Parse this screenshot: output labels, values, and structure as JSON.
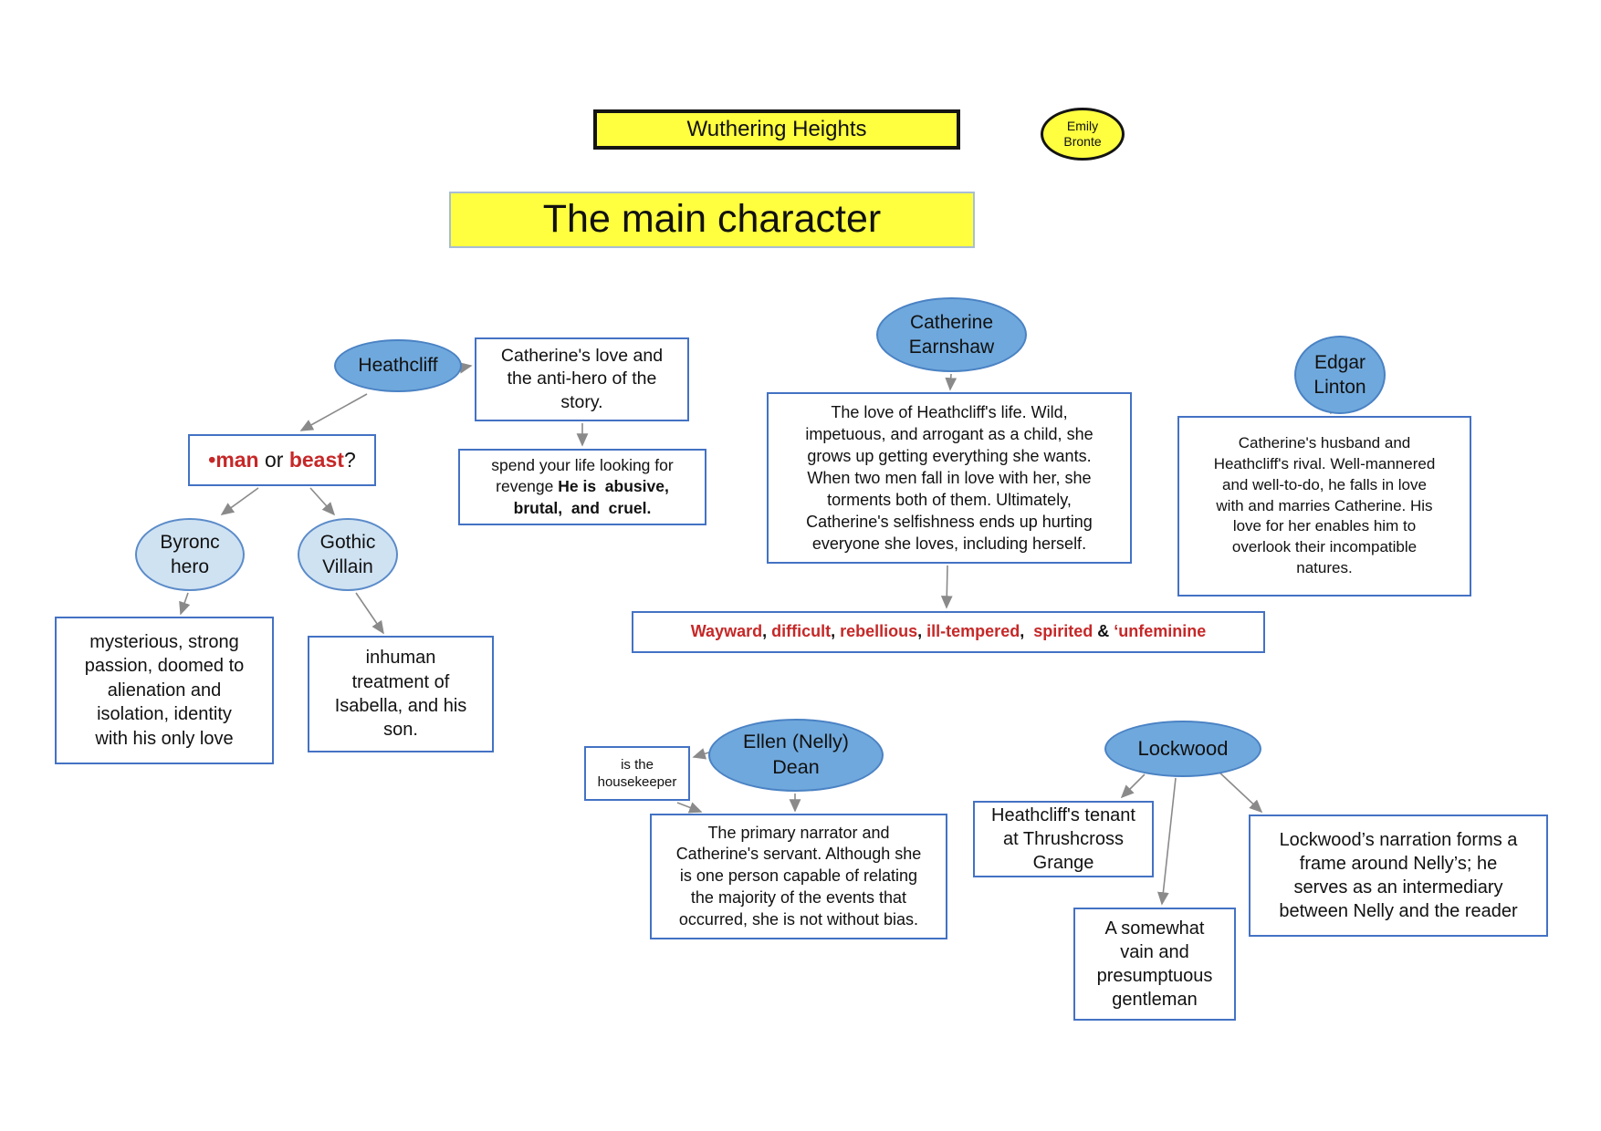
{
  "header": {
    "book_title": "Wuthering Heights",
    "author": "Emily\nBronte",
    "page_title": "The main character"
  },
  "colors": {
    "highlight_yellow": "#ffff40",
    "node_blue": "#6fa8dc",
    "node_light_blue": "#cfe2f2",
    "box_border_blue": "#4472c4",
    "emphasis_red": "#c62828",
    "arrow_gray": "#8a8a8a",
    "text_black": "#111111"
  },
  "nodes": {
    "heathcliff": {
      "label": "Heathcliff",
      "description": "Catherine's love and\nthe anti-hero of the\nstory.",
      "revenge_segments": [
        {
          "t": "spend your life looking for revenge ",
          "red": false,
          "bold": false
        },
        {
          "t": "He is  abusive, brutal,  and  cruel.",
          "red": false,
          "bold": true
        }
      ],
      "man_or_beast_segments": [
        {
          "t": "•man",
          "red": true,
          "bold": true
        },
        {
          "t": " or ",
          "red": false,
          "bold": false
        },
        {
          "t": "beast",
          "red": true,
          "bold": true
        },
        {
          "t": "?",
          "red": false,
          "bold": false
        }
      ]
    },
    "byronic_hero": {
      "label": "Byronc\nhero",
      "description": "mysterious, strong\npassion, doomed to\nalienation and\nisolation, identity\nwith his only love"
    },
    "gothic_villain": {
      "label": "Gothic\nVillain",
      "description": "inhuman\ntreatment of\nIsabella, and his\nson."
    },
    "catherine": {
      "label": "Catherine\nEarnshaw",
      "description": "The love of Heathcliff's life. Wild,\nimpetuous, and arrogant as a child, she\ngrows up getting everything she wants.\nWhen two men fall in love with her, she\ntorments both of them. Ultimately,\nCatherine's selfishness ends up hurting\neveryone she loves, including herself.",
      "traits_segments": [
        {
          "t": "Wayward",
          "red": true,
          "bold": true
        },
        {
          "t": ", ",
          "red": false,
          "bold": true
        },
        {
          "t": "difficult",
          "red": true,
          "bold": true
        },
        {
          "t": ", ",
          "red": false,
          "bold": true
        },
        {
          "t": "rebellious",
          "red": true,
          "bold": true
        },
        {
          "t": ", ",
          "red": false,
          "bold": true
        },
        {
          "t": "ill-tempered",
          "red": true,
          "bold": true
        },
        {
          "t": ",  ",
          "red": false,
          "bold": true
        },
        {
          "t": "spirited",
          "red": true,
          "bold": true
        },
        {
          "t": " & ",
          "red": false,
          "bold": true
        },
        {
          "t": "‘unfeminine",
          "red": true,
          "bold": true
        }
      ]
    },
    "edgar": {
      "label": "Edgar\nLinton",
      "description": "Catherine's husband and\nHeathcliff's rival. Well-mannered\nand well-to-do, he falls in love\nwith and marries Catherine. His\nlove for her enables him to\noverlook their incompatible\nnatures."
    },
    "nelly": {
      "label": "Ellen (Nelly)\nDean",
      "housekeeper": "is the\nhousekeeper",
      "description": "The primary narrator and\nCatherine's servant. Although she\nis one person capable of relating\nthe majority of the events that\noccurred, she is not without bias."
    },
    "lockwood": {
      "label": "Lockwood",
      "tenant": "Heathcliff's tenant\nat Thrushcross\nGrange",
      "vain": "A somewhat\nvain and\npresumptuous\ngentleman",
      "narration": "Lockwood’s narration forms a\nframe around Nelly’s; he\nserves as an intermediary\nbetween Nelly and the reader"
    }
  }
}
